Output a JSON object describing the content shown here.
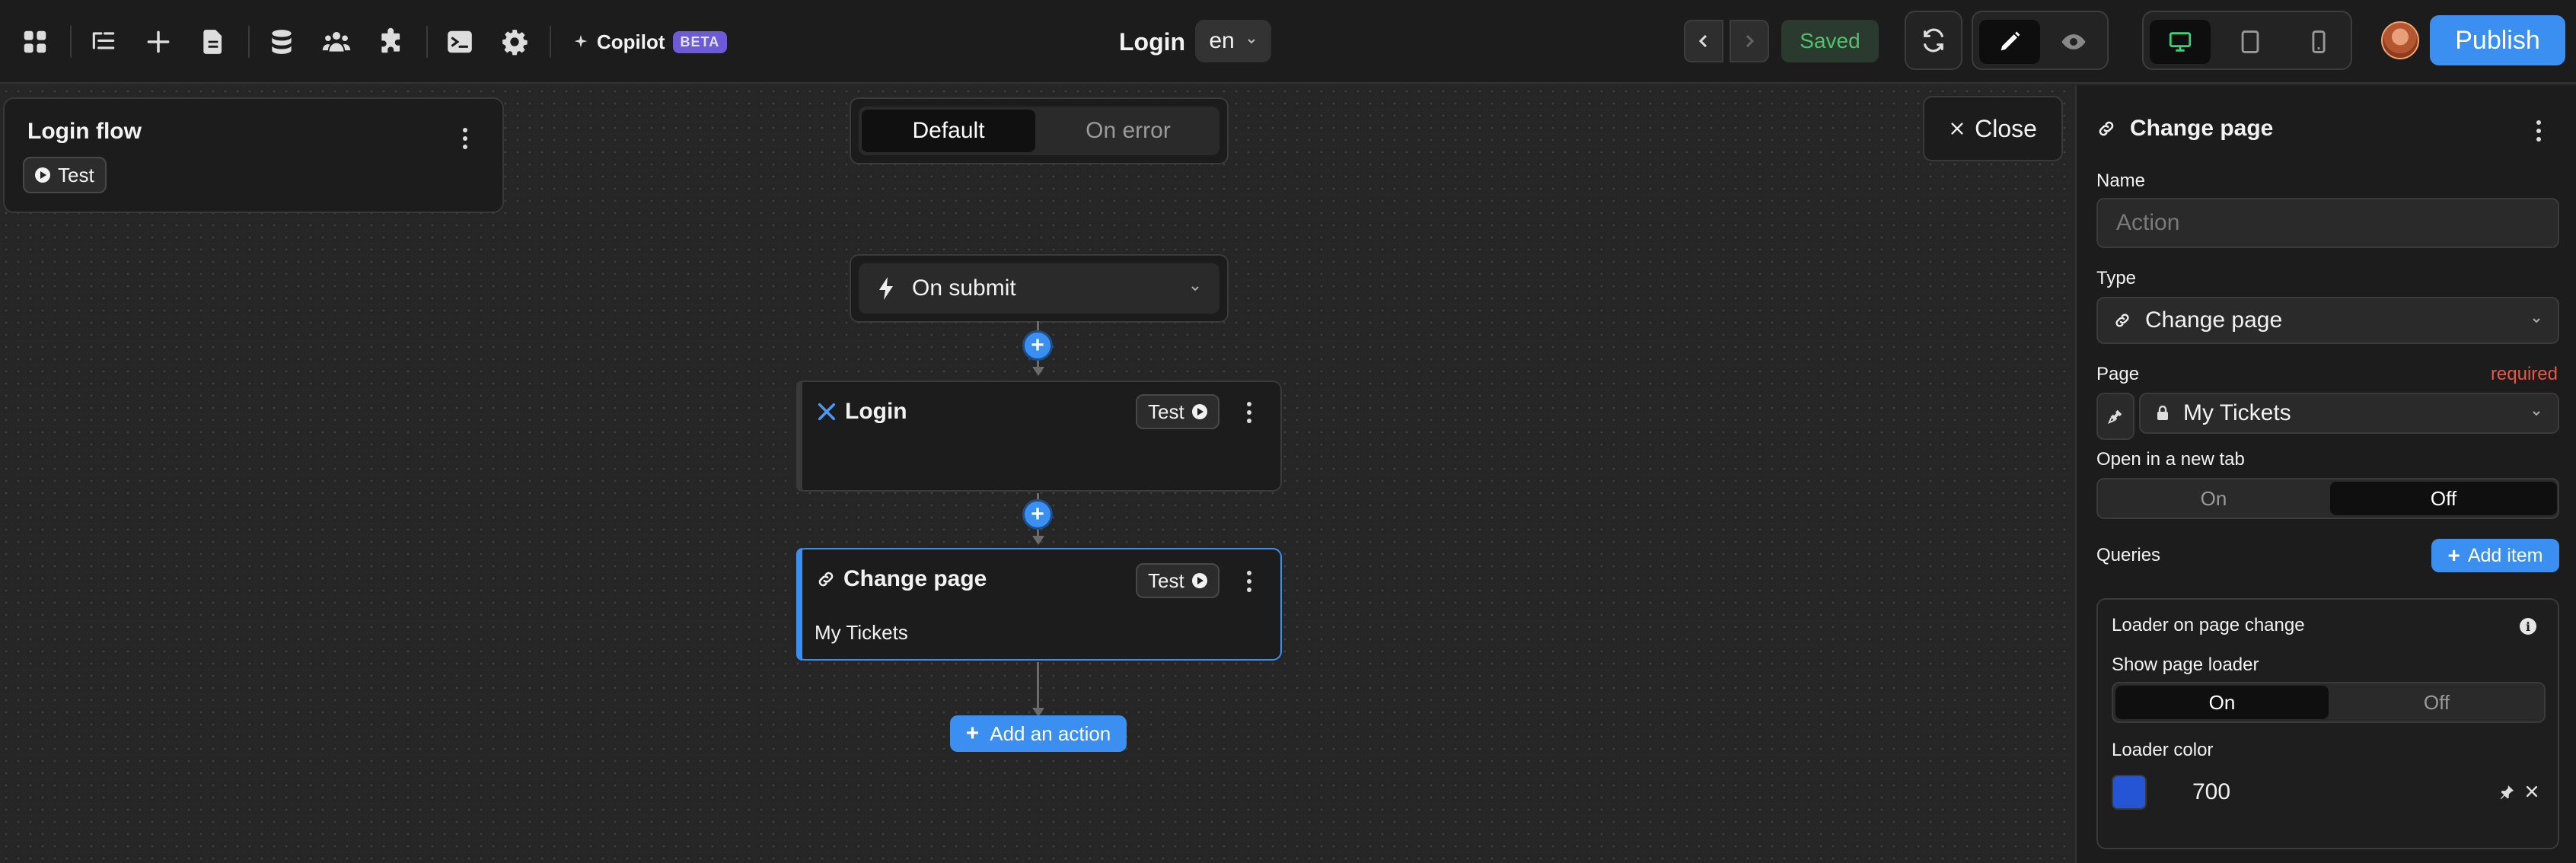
{
  "colors": {
    "accent": "#3a8ff0",
    "saved_green": "#4fc26a",
    "required_red": "#e8574a",
    "beta_purple": "#6d5ad6",
    "loader_color": "#2555d4"
  },
  "toolbar": {
    "icons": [
      "grid-icon",
      "tree-list-icon",
      "plus-icon",
      "document-icon",
      "database-icon",
      "users-icon",
      "puzzle-icon",
      "terminal-icon",
      "gear-icon"
    ],
    "copilot_label": "Copilot",
    "beta_label": "BETA",
    "page_name": "Login",
    "language": "en",
    "saved_label": "Saved",
    "publish_label": "Publish"
  },
  "canvas": {
    "flow_card": {
      "title": "Login flow",
      "test_label": "Test"
    },
    "segment": {
      "options": [
        "Default",
        "On error"
      ],
      "selected": "Default"
    },
    "close_label": "Close",
    "trigger": {
      "label": "On submit"
    },
    "nodes": [
      {
        "title": "Login",
        "test_label": "Test",
        "subtitle": ""
      },
      {
        "title": "Change page",
        "test_label": "Test",
        "subtitle": "My Tickets"
      }
    ],
    "add_action_label": "Add an action"
  },
  "panel": {
    "title": "Change page",
    "name_label": "Name",
    "name_placeholder": "Action",
    "type_label": "Type",
    "type_value": "Change page",
    "page_label": "Page",
    "page_required": "required",
    "page_value": "My Tickets",
    "new_tab_label": "Open in a new tab",
    "new_tab_options": [
      "On",
      "Off"
    ],
    "new_tab_selected": "Off",
    "queries_label": "Queries",
    "add_item_label": "Add item",
    "loader": {
      "title": "Loader on page change",
      "show_label": "Show page loader",
      "show_options": [
        "On",
        "Off"
      ],
      "show_selected": "On",
      "color_label": "Loader color",
      "color_value": "700"
    }
  }
}
